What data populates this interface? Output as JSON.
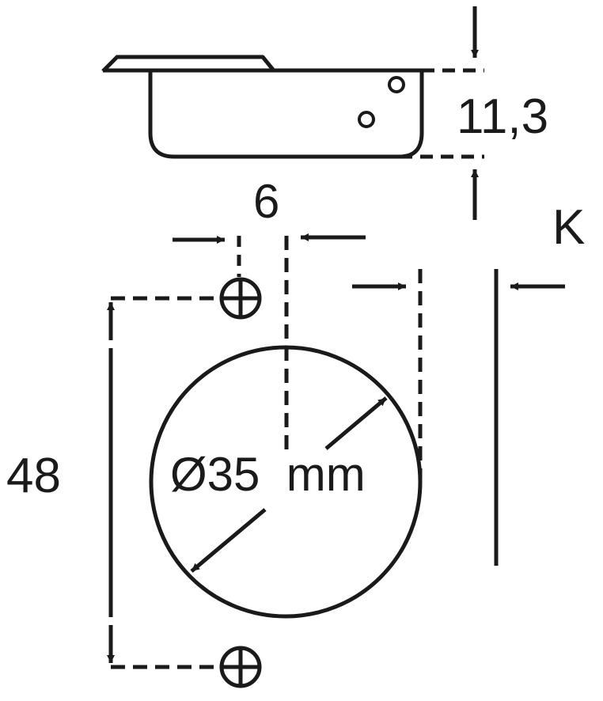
{
  "diagram": {
    "colors": {
      "stroke": "#1a1a1a",
      "background": "#ffffff"
    },
    "labels": {
      "height": "11,3",
      "offset": "6",
      "edge": "K",
      "spacing": "48",
      "diameter": "Ø35  mm"
    }
  }
}
